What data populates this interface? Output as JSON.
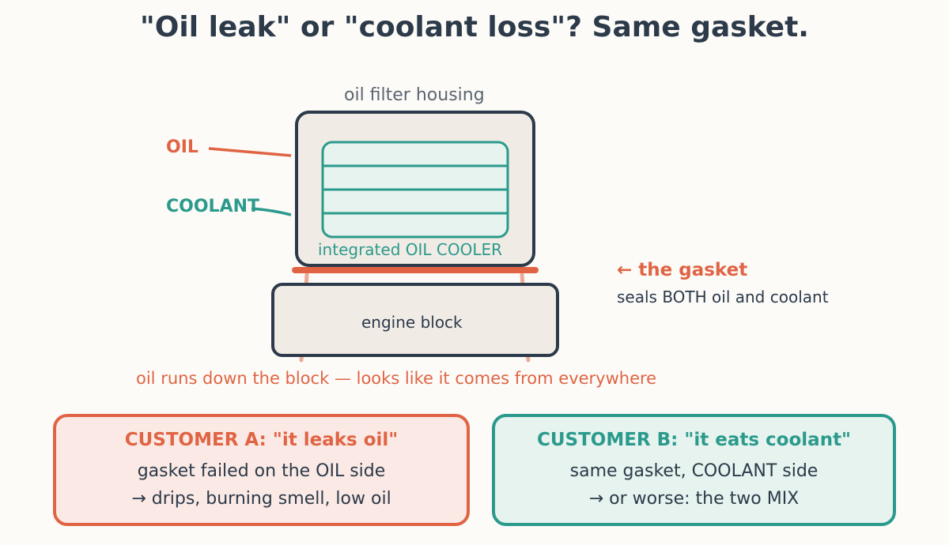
{
  "title": "\"Oil leak\" or \"coolant loss\"? Same gasket.",
  "colors": {
    "oil": "#e06444",
    "coolant": "#2b9a8c",
    "ink": "#2c3a4a",
    "housing_fill": "#f1ebe5",
    "cooler_fill": "#e6f3ee",
    "card_a_fill": "#fae9e4",
    "card_b_fill": "#e6f3ee"
  },
  "diagram": {
    "housing_label": "oil filter housing",
    "oil_label": "OIL",
    "coolant_label": "COOLANT",
    "cooler_label": "integrated OIL COOLER",
    "block_label": "engine block",
    "gasket_title": "← the gasket",
    "gasket_desc": "seals BOTH oil and coolant",
    "runoff_note": "oil runs down the block — looks like it comes from everywhere"
  },
  "customers": {
    "a": {
      "title": "CUSTOMER A: \"it leaks oil\"",
      "line1": "gasket failed on the OIL side",
      "line2": "→ drips, burning smell, low oil"
    },
    "b": {
      "title": "CUSTOMER B: \"it eats coolant\"",
      "line1": "same gasket, COOLANT side",
      "line2": "→ or worse: the two MIX"
    }
  }
}
